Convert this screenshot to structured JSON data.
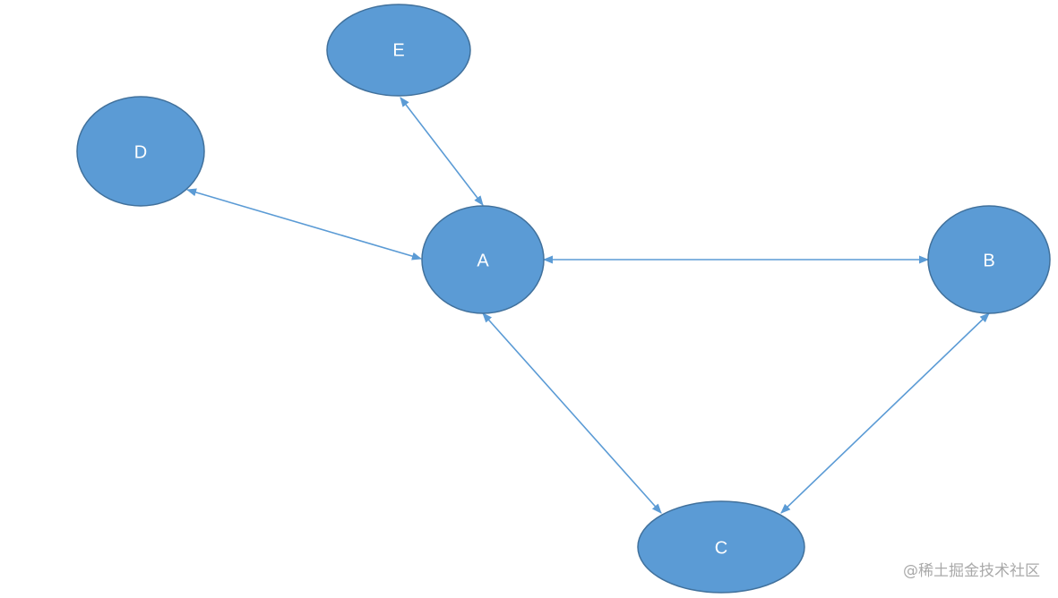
{
  "colors": {
    "node_fill": "#5b9bd5",
    "node_stroke": "#41719c",
    "edge": "#5b9bd5",
    "label": "#ffffff"
  },
  "nodes": [
    {
      "id": "E",
      "label": "E"
    },
    {
      "id": "D",
      "label": "D"
    },
    {
      "id": "A",
      "label": "A"
    },
    {
      "id": "B",
      "label": "B"
    },
    {
      "id": "C",
      "label": "C"
    }
  ],
  "edges": [
    {
      "from": "E",
      "to": "A",
      "arrows": "both"
    },
    {
      "from": "D",
      "to": "A",
      "arrows": "both"
    },
    {
      "from": "A",
      "to": "B",
      "arrows": "both"
    },
    {
      "from": "A",
      "to": "C",
      "arrows": "both"
    },
    {
      "from": "B",
      "to": "C",
      "arrows": "both"
    }
  ],
  "watermark": "@稀土掘金技术社区"
}
